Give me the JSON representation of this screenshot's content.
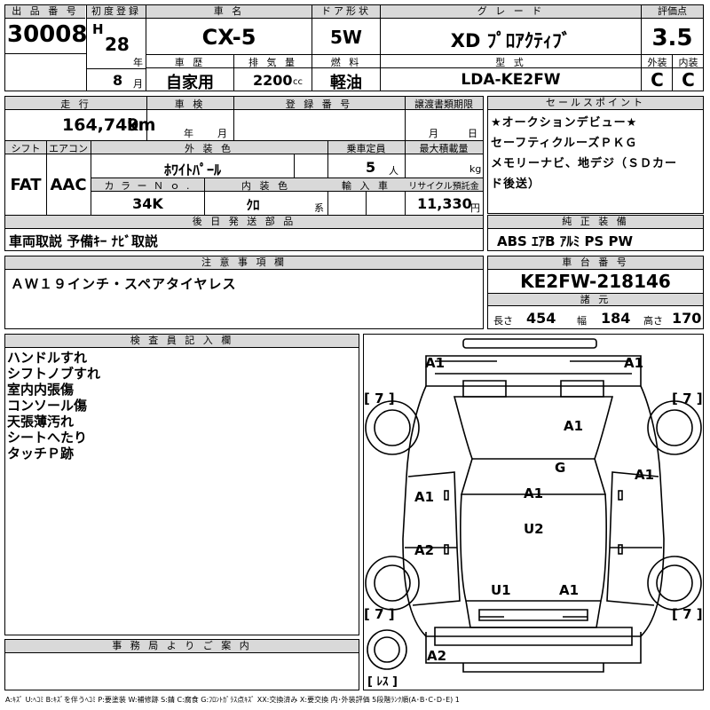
{
  "header": {
    "lot_label": "出 品 番 号",
    "lot_no": "30008",
    "first_reg_label": "初度登録",
    "era": "H",
    "year": "28",
    "year_unit": "年",
    "month": "8",
    "month_unit": "月",
    "car_name_label": "車 名",
    "car_name": "CX-5",
    "doors_label": "ドア形状",
    "doors": "5W",
    "grade_label": "グ レ ー ド",
    "grade": "XD ﾌﾟﾛｱｸﾃｨﾌﾞ",
    "score_label": "評価点",
    "score": "3.5",
    "history_label": "車 歴",
    "history": "自家用",
    "displacement_label": "排 気 量",
    "displacement": "2200",
    "displacement_unit": "cc",
    "fuel_label": "燃 料",
    "fuel": "軽油",
    "model_label": "型 式",
    "model": "LDA-KE2FW",
    "exterior_label": "外装",
    "exterior": "C",
    "interior_label": "内装",
    "interior": "C"
  },
  "specs": {
    "mileage_label": "走 行",
    "mileage": "164,749",
    "mileage_unit": "km",
    "inspection_label": "車 検",
    "inspection_year_unit": "年",
    "inspection_month_unit": "月",
    "plate_label": "登 録 番 号",
    "transfer_label": "譲渡書類期限",
    "transfer_month_unit": "月",
    "transfer_day_unit": "日",
    "shift_label": "シフト",
    "shift": "FAT",
    "ac_label": "エアコン",
    "ac": "AAC",
    "color_label": "外 装 色",
    "color": "ﾎﾜｲﾄﾊﾟｰﾙ",
    "capacity_label": "乗車定員",
    "capacity": "5",
    "capacity_unit": "人",
    "load_label": "最大積載量",
    "load_unit": "kg",
    "color_no_label": "カ ラ ー Ｎ ｏ .",
    "color_no": "34K",
    "int_color_label": "内 装 色",
    "int_color": "ｸﾛ",
    "int_color_unit": "系",
    "import_label": "輸 入 車",
    "recycle_label": "リサイクル預託金",
    "recycle": "11,330",
    "recycle_unit": "円",
    "delivery_label": "後 日 発 送 部 品",
    "delivery": "車両取説 予備ｷｰ ﾅﾋﾞ取説"
  },
  "sales_points": {
    "label": "セールスポイント",
    "lines": [
      "★オークションデビュー★",
      "セーフティクルーズＰＫＧ",
      "メモリーナビ、地デジ（ＳＤカー",
      "ド後送）"
    ]
  },
  "equipment": {
    "label": "純 正 装 備",
    "value": "ABS ｴｱB ｱﾙﾐ PS PW"
  },
  "notes": {
    "label": "注 意 事 項 欄",
    "value": "ＡＷ１９インチ・スペアタイヤレス"
  },
  "chassis": {
    "label": "車 台 番 号",
    "value": "KE2FW-218146",
    "dims_label": "諸 元",
    "length_label": "長さ",
    "length": "454",
    "width_label": "幅",
    "width": "184",
    "height_label": "高さ",
    "height": "170"
  },
  "inspector": {
    "label": "検 査 員 記 入 欄",
    "lines": [
      "ハンドルすれ",
      "シフトノブすれ",
      "室内内張傷",
      "コンソール傷",
      "天張薄汚れ",
      "シートへたり",
      "タッチＰ跡"
    ]
  },
  "office": {
    "label": "事 務 局 よ り ご 案 内"
  },
  "diagram": {
    "marks": {
      "front_left": "A1",
      "front_right": "A1",
      "tire_fl": "[ 7 ]",
      "tire_fr": "[ 7 ]",
      "tire_rl": "[ 7 ]",
      "tire_rr": "[ 7 ]",
      "bonnet": "A1",
      "windshield": "G",
      "fender_r": "A1",
      "door_fl": "A1",
      "roof": "A1",
      "door_rl": "A2",
      "roof_rear": "U2",
      "rear_l": "U1",
      "rear_r": "A1",
      "rear_bumper": "A2",
      "spare": "[ ﾚｽ ]"
    }
  },
  "legend": "A:ｷｽﾞ U:ﾍｺﾐ B:ｷｽﾞを伴うﾍｺﾐ P:要塗装 W:補修跡 S:錆 C:腐食 G:ﾌﾛﾝﾄｶﾞﾗｽ点ｷｽﾞ XX:交換済み X:要交換 内･外装評価 5段階ﾗﾝｸ順(A･B･C･D･E) 1"
}
